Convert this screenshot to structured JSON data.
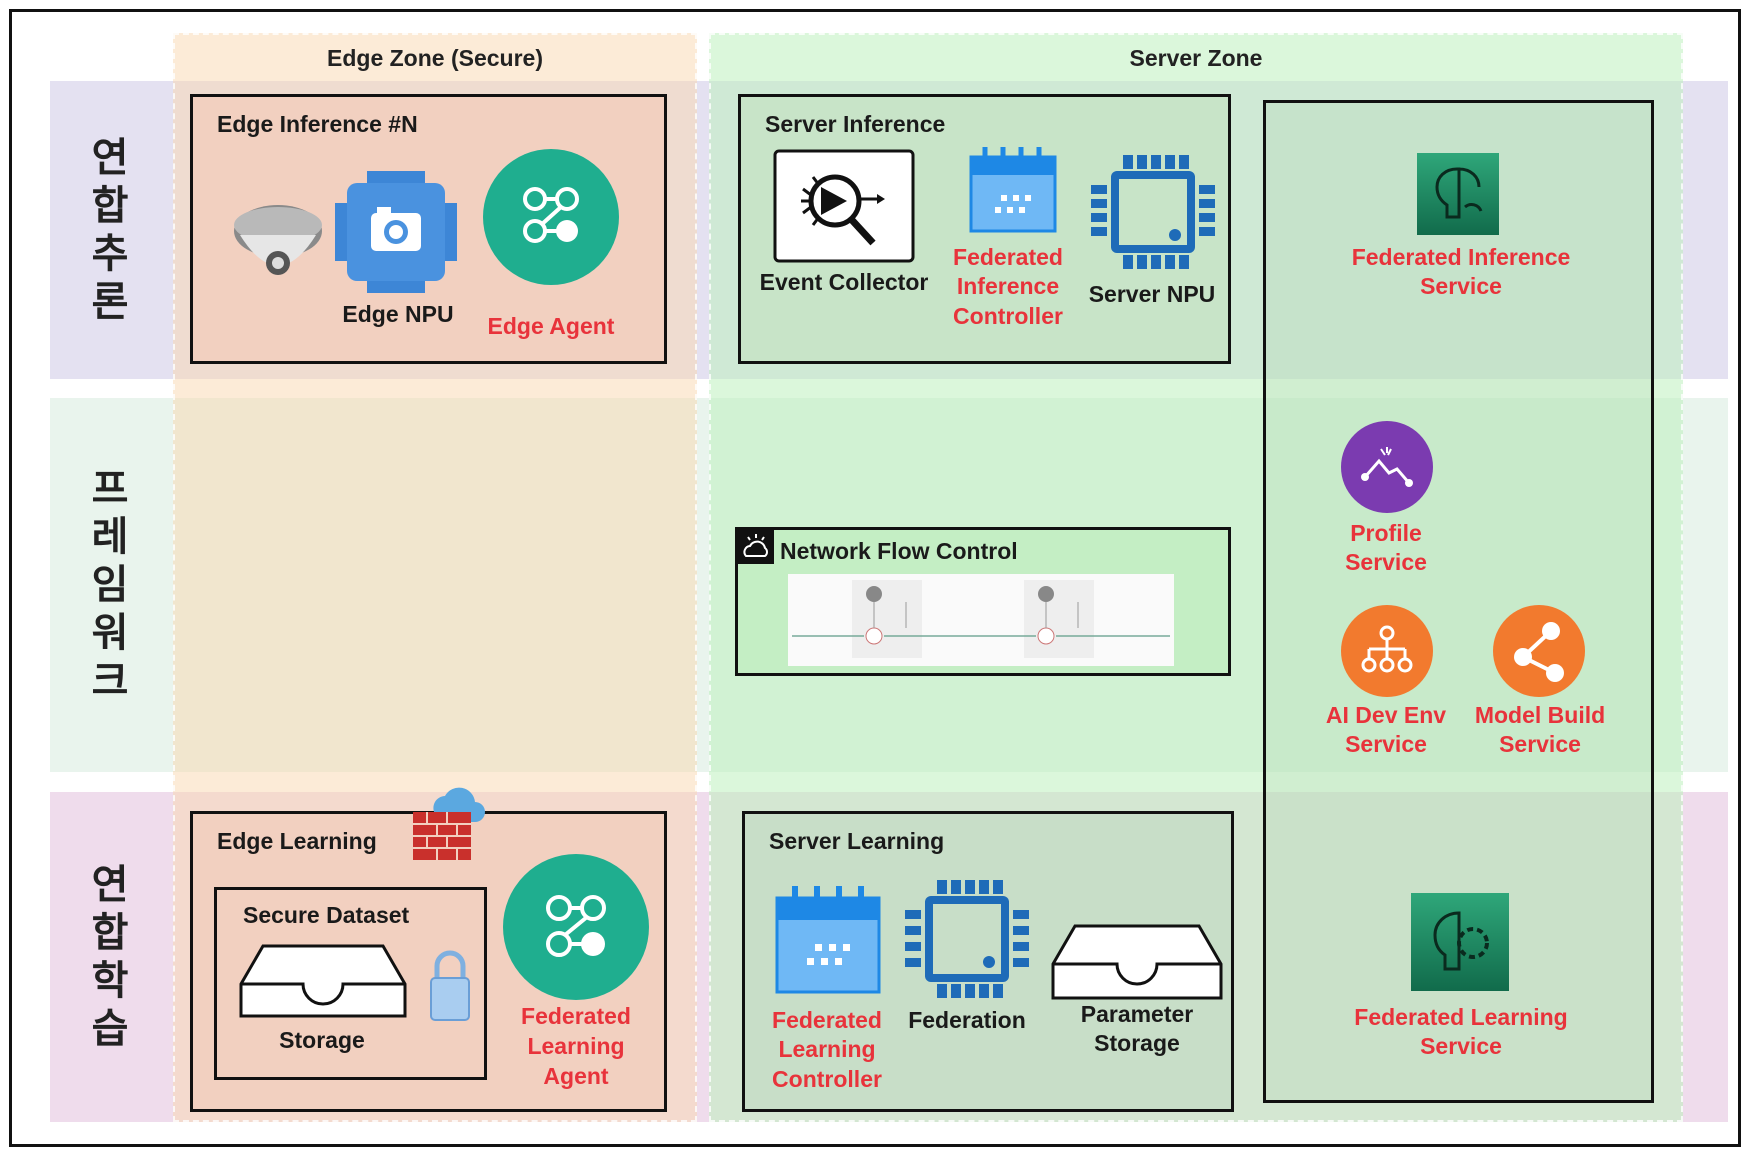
{
  "zones": {
    "edge": "Edge Zone (Secure)",
    "server": "Server Zone"
  },
  "rows": [
    {
      "label": [
        "연",
        "합",
        "추",
        "론"
      ]
    },
    {
      "label": [
        "프",
        "레",
        "임",
        "워",
        "크"
      ]
    },
    {
      "label": [
        "연",
        "합",
        "학",
        "습"
      ]
    }
  ],
  "edge_inference": {
    "title": "Edge Inference #N",
    "npu": "Edge NPU",
    "agent": "Edge Agent"
  },
  "server_inference": {
    "title": "Server Inference",
    "collector": "Event Collector",
    "controller": [
      "Federated",
      "Inference",
      "Controller"
    ],
    "npu": "Server NPU"
  },
  "network_flow": {
    "title": "Network Flow Control"
  },
  "edge_learning": {
    "title": "Edge Learning",
    "dataset_title": "Secure Dataset",
    "storage": "Storage",
    "agent": [
      "Federated",
      "Learning",
      "Agent"
    ]
  },
  "server_learning": {
    "title": "Server Learning",
    "controller": [
      "Federated",
      "Learning",
      "Controller"
    ],
    "federation": "Federation",
    "param_storage": [
      "Parameter",
      "Storage"
    ]
  },
  "services": {
    "fed_inference": [
      "Federated Inference",
      "Service"
    ],
    "profile": [
      "Profile",
      "Service"
    ],
    "ai_dev_env": [
      "AI Dev Env",
      "Service"
    ],
    "model_build": [
      "Model Build",
      "Service"
    ],
    "fed_learning": [
      "Federated Learning",
      "Service"
    ]
  },
  "colors": {
    "highlight_text": "#e8333b",
    "agent_teal": "#1fae8f",
    "profile_purple": "#7b3bb0",
    "service_orange": "#f27a2e",
    "aws_green": "#1a7f5a"
  }
}
